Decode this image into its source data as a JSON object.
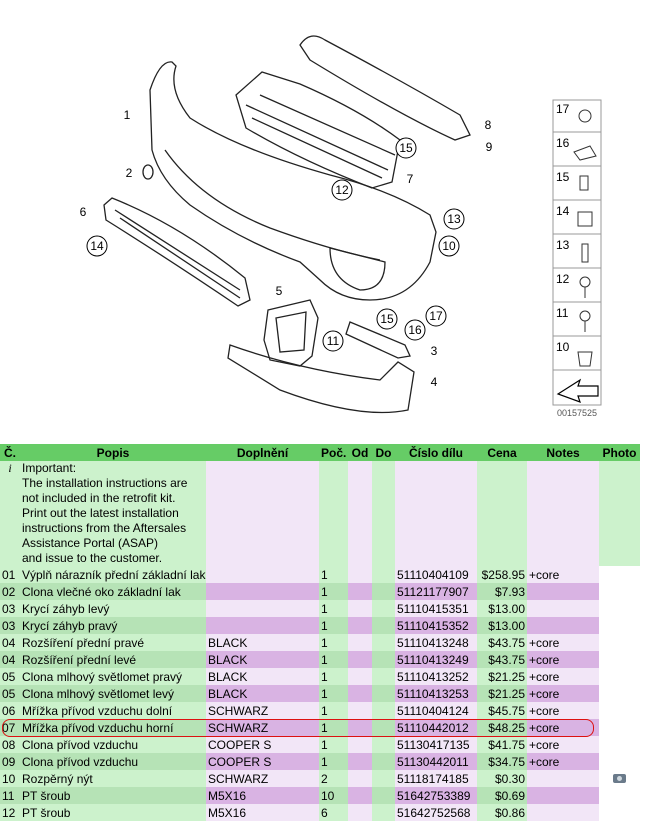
{
  "diagram": {
    "callouts": [
      "1",
      "2",
      "3",
      "4",
      "5",
      "6",
      "7",
      "8",
      "9",
      "10",
      "11",
      "12",
      "13",
      "14",
      "15",
      "15",
      "16",
      "17"
    ],
    "legend_numbers": [
      "17",
      "16",
      "15",
      "14",
      "13",
      "12",
      "11",
      "10"
    ],
    "image_code": "00157525"
  },
  "table": {
    "headers": {
      "no": "Č.",
      "desc": "Popis",
      "extra": "Doplnění",
      "qty": "Poč.",
      "from": "Od",
      "to": "Do",
      "partno": "Číslo dílu",
      "price": "Cena",
      "notes": "Notes",
      "photo": "Photo"
    },
    "info": {
      "icon": "i",
      "text": "Important:\nThe installation instructions are not included in the retrofit kit.\nPrint out the latest installation instructions from the Aftersales Assistance Portal (ASAP)\nand issue to the customer."
    },
    "rows": [
      {
        "no": "01",
        "desc": "Výplň nárazník přední základní lak",
        "extra": "",
        "qty": "1",
        "partno": "51110404109",
        "price": "$258.95",
        "notes": "+core"
      },
      {
        "no": "02",
        "desc": "Clona vlečné oko základní lak",
        "extra": "",
        "qty": "1",
        "partno": "51121177907",
        "price": "$7.93",
        "notes": ""
      },
      {
        "no": "03",
        "desc": "Krycí záhyb levý",
        "extra": "",
        "qty": "1",
        "partno": "51110415351",
        "price": "$13.00",
        "notes": ""
      },
      {
        "no": "03",
        "desc": "Krycí záhyb pravý",
        "extra": "",
        "qty": "1",
        "partno": "51110415352",
        "price": "$13.00",
        "notes": ""
      },
      {
        "no": "04",
        "desc": "Rozšíření přední pravé",
        "extra": "BLACK",
        "qty": "1",
        "partno": "51110413248",
        "price": "$43.75",
        "notes": "+core"
      },
      {
        "no": "04",
        "desc": "Rozšíření přední levé",
        "extra": "BLACK",
        "qty": "1",
        "partno": "51110413249",
        "price": "$43.75",
        "notes": "+core"
      },
      {
        "no": "05",
        "desc": "Clona mlhový světlomet pravý",
        "extra": "BLACK",
        "qty": "1",
        "partno": "51110413252",
        "price": "$21.25",
        "notes": "+core"
      },
      {
        "no": "05",
        "desc": "Clona mlhový světlomet levý",
        "extra": "BLACK",
        "qty": "1",
        "partno": "51110413253",
        "price": "$21.25",
        "notes": "+core"
      },
      {
        "no": "06",
        "desc": "Mřížka přívod vzduchu dolní",
        "extra": "SCHWARZ",
        "qty": "1",
        "partno": "51110404124",
        "price": "$45.75",
        "notes": "+core"
      },
      {
        "no": "07",
        "desc": "Mřížka přívod vzduchu horní",
        "extra": "SCHWARZ",
        "qty": "1",
        "partno": "51110442012",
        "price": "$48.25",
        "notes": "+core"
      },
      {
        "no": "08",
        "desc": "Clona přívod vzduchu",
        "extra": "COOPER S",
        "qty": "1",
        "partno": "51130417135",
        "price": "$41.75",
        "notes": "+core"
      },
      {
        "no": "09",
        "desc": "Clona přívod vzduchu",
        "extra": "COOPER S",
        "qty": "1",
        "partno": "51130442011",
        "price": "$34.75",
        "notes": "+core"
      },
      {
        "no": "10",
        "desc": "Rozpěrný nýt",
        "extra": "SCHWARZ",
        "qty": "2",
        "partno": "51118174185",
        "price": "$0.30",
        "notes": "",
        "photo": "camera-icon"
      },
      {
        "no": "11",
        "desc": "PT šroub",
        "extra": "M5X16",
        "qty": "10",
        "partno": "51642753389",
        "price": "$0.69",
        "notes": ""
      },
      {
        "no": "12",
        "desc": "PT šroub",
        "extra": "M5X16",
        "qty": "6",
        "partno": "51642752568",
        "price": "$0.86",
        "notes": ""
      }
    ]
  }
}
